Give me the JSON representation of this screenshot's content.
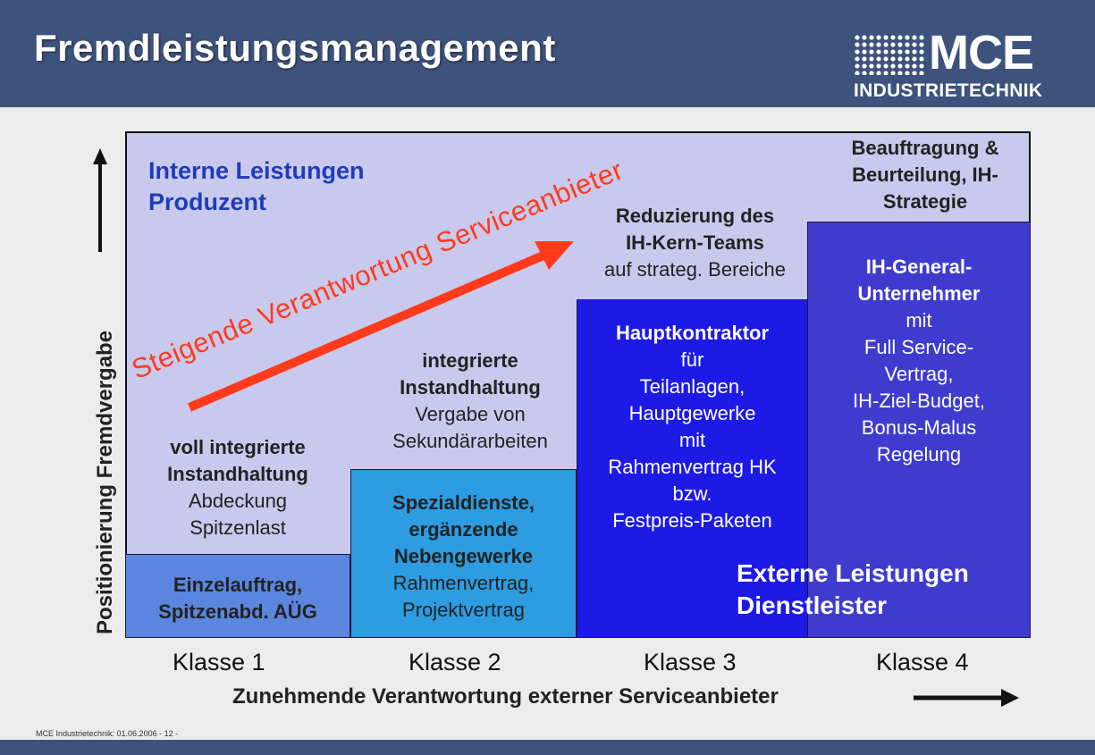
{
  "header": {
    "title": "Fremdleistungsmanagement",
    "logo_word": "MCE",
    "logo_sub": "INDUSTRIETECHNIK",
    "bg_color": "#3d527c"
  },
  "diagram": {
    "internal_label": [
      "Interne Leistungen",
      "Produzent"
    ],
    "external_label": [
      "Externe Leistungen",
      "Dienstleister"
    ],
    "diagonal_label": "Steigende Verantwortung Serviceanbieter",
    "x_axis_label": "Zunehmende Verantwortung externer Serviceanbieter",
    "y_axis_label": "Positionierung Fremdvergabe",
    "classes": [
      "Klasse 1",
      "Klasse 2",
      "Klasse 3",
      "Klasse 4"
    ],
    "upper_texts": {
      "k1": [
        "voll integrierte",
        "Instandhaltung",
        "Abdeckung",
        "Spitzenlast"
      ],
      "k2": [
        "integrierte",
        "Instandhaltung",
        "Vergabe von",
        "Sekundärarbeiten"
      ],
      "k3": [
        "Reduzierung des",
        "IH-Kern-Teams",
        "auf strateg. Bereiche"
      ],
      "k4": [
        "Beauftragung &",
        "Beurteilung, IH-",
        "Strategie"
      ]
    },
    "block_texts": {
      "k1": [
        "Einzelauftrag,",
        "Spitzenabd. AÜG"
      ],
      "k2": [
        "Spezialdienste,",
        "ergänzende",
        "Nebengewerke",
        "Rahmenvertrag,",
        "Projektvertrag"
      ],
      "k3": [
        "Hauptkontraktor",
        "für",
        "Teilanlagen,",
        "Hauptgewerke",
        "mit",
        "Rahmenvertrag HK",
        "bzw.",
        "Festpreis-Paketen"
      ],
      "k4": [
        "IH-General-",
        "Unternehmer",
        "mit",
        "Full Service-",
        "Vertrag,",
        "IH-Ziel-Budget,",
        "Bonus-Malus",
        "Regelung"
      ]
    },
    "colors": {
      "background": "#c9c9ee",
      "k1": "#5a86e0",
      "k2": "#2d9ce0",
      "k3": "#1d1ae6",
      "k4": "#3f3bcf",
      "diagonal": "#ff3b1c"
    }
  },
  "footer": {
    "text": "MCE Industrietechnik: 01.06.2006  -  12 -"
  }
}
